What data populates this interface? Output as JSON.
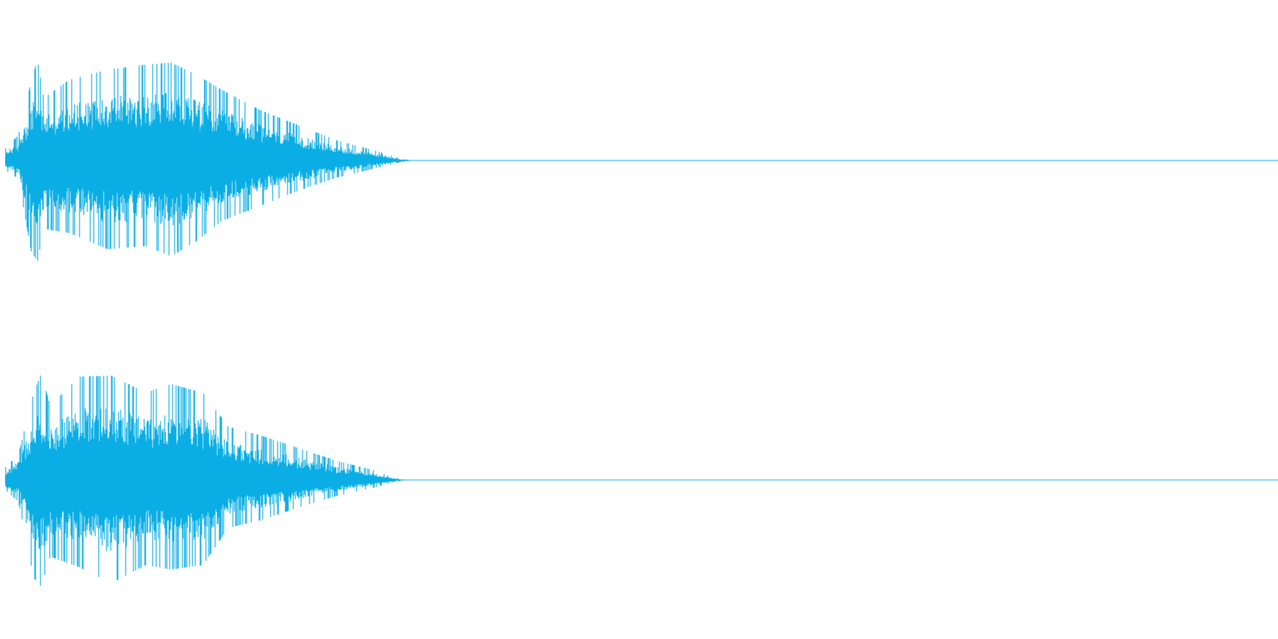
{
  "waveform": {
    "color": "#0aaee4",
    "background": "#ffffff",
    "channels": [
      {
        "id": "channel-1",
        "envelope": [
          {
            "t": 0.0,
            "pos": 0.12,
            "neg": 0.1
          },
          {
            "t": 0.01,
            "pos": 0.25,
            "neg": 0.18
          },
          {
            "t": 0.02,
            "pos": 0.78,
            "neg": 0.9
          },
          {
            "t": 0.025,
            "pos": 1.0,
            "neg": 1.0
          },
          {
            "t": 0.03,
            "pos": 0.62,
            "neg": 0.68
          },
          {
            "t": 0.05,
            "pos": 0.8,
            "neg": 0.72
          },
          {
            "t": 0.08,
            "pos": 0.9,
            "neg": 0.88
          },
          {
            "t": 0.11,
            "pos": 0.95,
            "neg": 0.85
          },
          {
            "t": 0.13,
            "pos": 0.97,
            "neg": 0.95
          },
          {
            "t": 0.15,
            "pos": 0.85,
            "neg": 0.8
          },
          {
            "t": 0.17,
            "pos": 0.7,
            "neg": 0.6
          },
          {
            "t": 0.2,
            "pos": 0.5,
            "neg": 0.45
          },
          {
            "t": 0.23,
            "pos": 0.35,
            "neg": 0.3
          },
          {
            "t": 0.26,
            "pos": 0.2,
            "neg": 0.17
          },
          {
            "t": 0.29,
            "pos": 0.1,
            "neg": 0.08
          },
          {
            "t": 0.31,
            "pos": 0.02,
            "neg": 0.02
          },
          {
            "t": 0.32,
            "pos": 0.0,
            "neg": 0.0
          },
          {
            "t": 1.0,
            "pos": 0.0,
            "neg": 0.0
          }
        ]
      },
      {
        "id": "channel-2",
        "envelope": [
          {
            "t": 0.0,
            "pos": 0.12,
            "neg": 0.1
          },
          {
            "t": 0.01,
            "pos": 0.24,
            "neg": 0.2
          },
          {
            "t": 0.022,
            "pos": 0.82,
            "neg": 0.92
          },
          {
            "t": 0.028,
            "pos": 1.0,
            "neg": 1.0
          },
          {
            "t": 0.035,
            "pos": 0.7,
            "neg": 0.72
          },
          {
            "t": 0.058,
            "pos": 0.97,
            "neg": 0.82
          },
          {
            "t": 0.083,
            "pos": 0.98,
            "neg": 0.97
          },
          {
            "t": 0.11,
            "pos": 0.82,
            "neg": 0.8
          },
          {
            "t": 0.13,
            "pos": 0.9,
            "neg": 0.84
          },
          {
            "t": 0.155,
            "pos": 0.82,
            "neg": 0.8
          },
          {
            "t": 0.175,
            "pos": 0.5,
            "neg": 0.45
          },
          {
            "t": 0.2,
            "pos": 0.42,
            "neg": 0.38
          },
          {
            "t": 0.23,
            "pos": 0.3,
            "neg": 0.26
          },
          {
            "t": 0.26,
            "pos": 0.18,
            "neg": 0.15
          },
          {
            "t": 0.29,
            "pos": 0.09,
            "neg": 0.07
          },
          {
            "t": 0.305,
            "pos": 0.02,
            "neg": 0.02
          },
          {
            "t": 0.315,
            "pos": 0.0,
            "neg": 0.0
          },
          {
            "t": 1.0,
            "pos": 0.0,
            "neg": 0.0
          }
        ]
      }
    ]
  }
}
